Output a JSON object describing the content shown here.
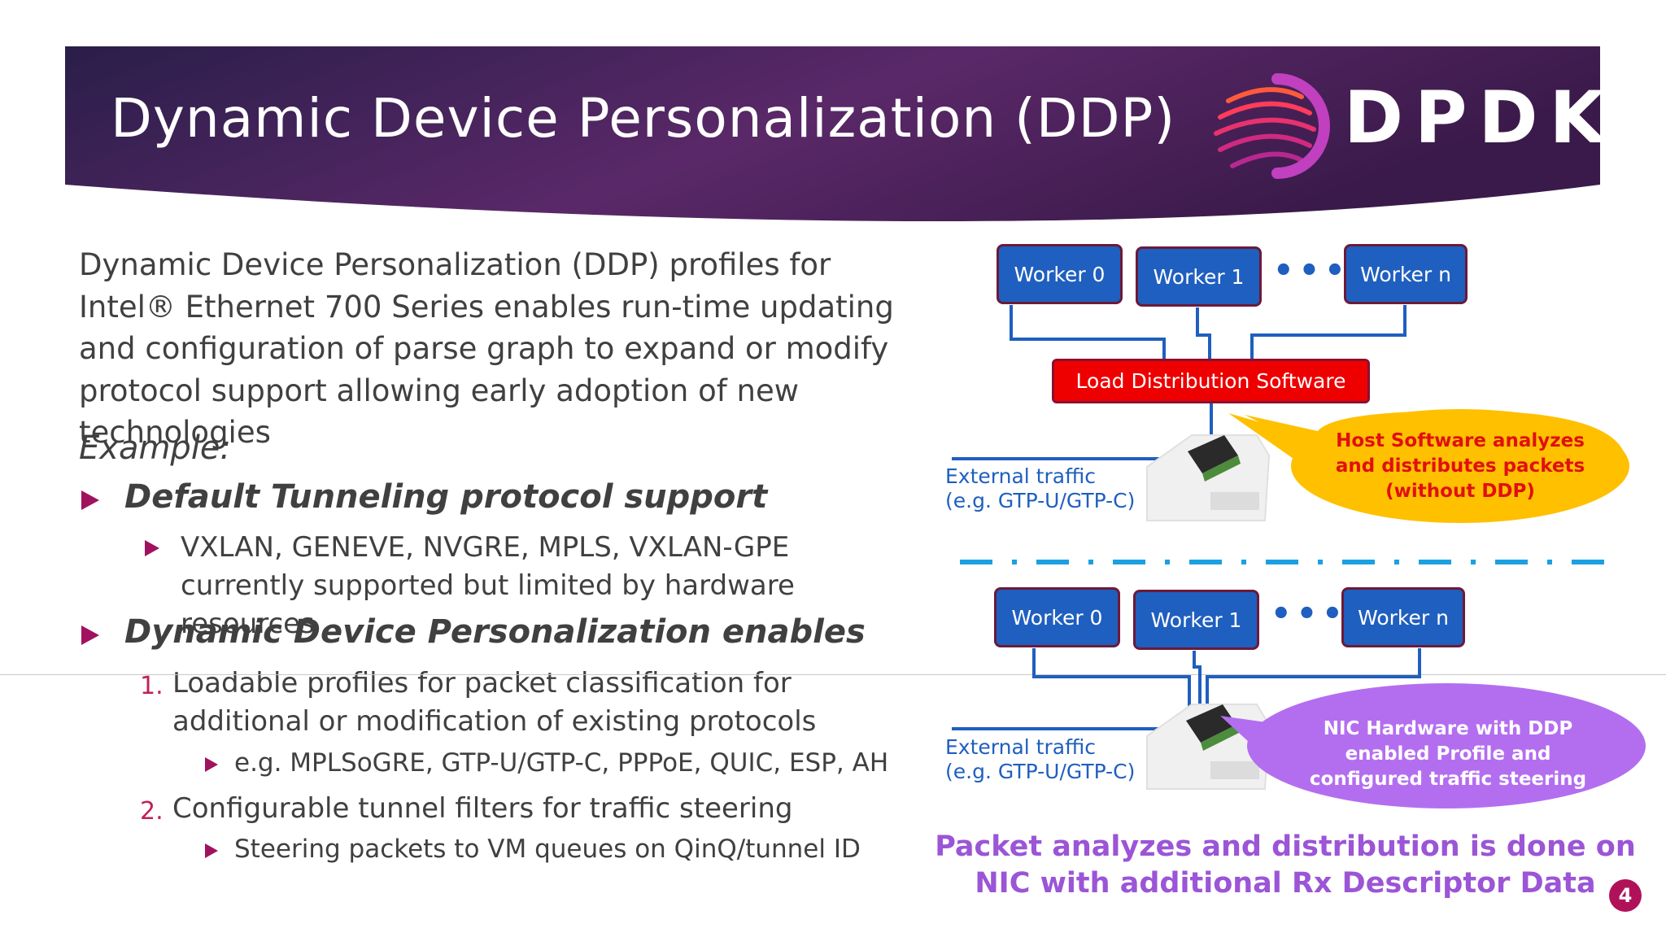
{
  "header": {
    "title": "Dynamic Device Personalization (DDP)",
    "logo_text": "DPDK"
  },
  "body": {
    "intro": "Dynamic Device Personalization (DDP) profiles for Intel® Ethernet 700 Series enables run-time updating and configuration of parse graph to expand or modify protocol support allowing early adoption of new technologies",
    "example_label": "Example:",
    "bullet1": "Default Tunneling protocol support",
    "bullet1_sub": "VXLAN, GENEVE, NVGRE, MPLS, VXLAN-GPE currently supported but limited by hardware resources",
    "bullet2": "Dynamic Device Personalization enables",
    "item1_num": "1.",
    "item1": "Loadable profiles for packet classification for additional or modification of existing protocols",
    "item1_sub": "e.g. MPLSoGRE, GTP-U/GTP-C, PPPoE, QUIC, ESP, AH",
    "item2_num": "2.",
    "item2": "Configurable tunnel filters for traffic steering",
    "item2_sub": "Steering packets to VM queues on QinQ/tunnel ID"
  },
  "diagram": {
    "top": {
      "workers": [
        "Worker 0",
        "Worker 1",
        "Worker n"
      ],
      "ellipsis": "•••",
      "load_distribution": "Load Distribution Software",
      "external_traffic": "External traffic",
      "external_traffic_example": "(e.g. GTP-U/GTP-C)",
      "bubble": [
        "Host Software analyzes",
        "and distributes packets",
        "(without DDP)"
      ]
    },
    "bottom": {
      "workers": [
        "Worker 0",
        "Worker 1",
        "Worker n"
      ],
      "ellipsis": "•••",
      "external_traffic": "External traffic",
      "external_traffic_example": "(e.g. GTP-U/GTP-C)",
      "bubble": [
        "NIC Hardware with DDP",
        "enabled Profile and",
        "configured traffic steering"
      ]
    },
    "caption_line1": "Packet analyzes and distribution is done on",
    "caption_line2": "NIC with additional Rx Descriptor Data"
  },
  "page_number": "4",
  "colors": {
    "accent": "#a0125f",
    "worker_blue": "#1f5fbf",
    "load_red": "#ee0000",
    "bubble_yellow": "#ffc000",
    "bubble_purple": "#b36ef0",
    "caption_purple": "#9b55d6"
  }
}
